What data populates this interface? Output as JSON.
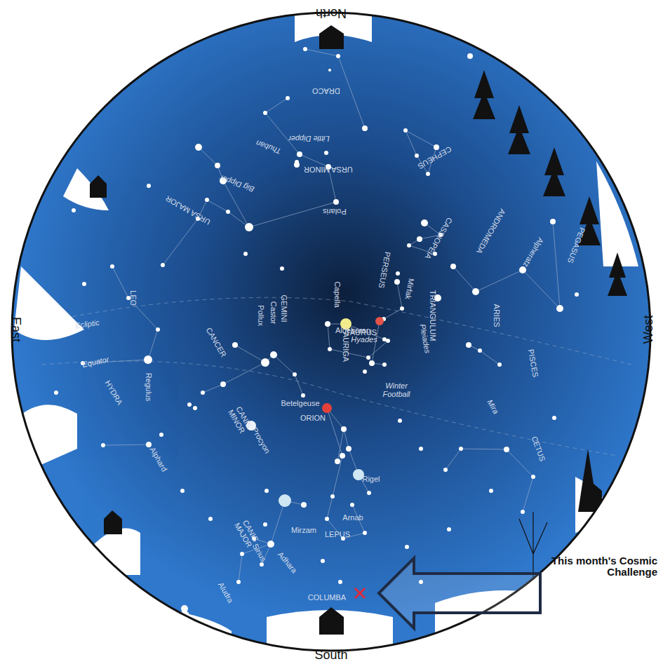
{
  "diagram": {
    "labels": [
      "North",
      "East",
      "West",
      "South",
      "DRACO",
      "Little Dipper",
      "URSA MINOR",
      "Thuban",
      "Big Dipper",
      "URSA MAJOR",
      "Polaris",
      "CEPHEUS",
      "CASSIOPEIA",
      "ANDROMEDA",
      "Alpheratz",
      "PEGASUS",
      "PERSEUS",
      "Mirfak",
      "Capella",
      "GEMINI",
      "Castor",
      "Pollux",
      "AURIGA",
      "TRIANGULUM",
      "ARIES",
      "LEO",
      "Ecliptic",
      "Equator",
      "Regulus",
      "CANCER",
      "TAURUS",
      "Pleiades",
      "Aldebaran",
      "Hyades",
      "Betelgeuse",
      "ORION",
      "Winter Football",
      "PISCES",
      "CANIS MINOR",
      "Procyon",
      "HYDRA",
      "Alphard",
      "Mira",
      "CETUS",
      "Rigel",
      "Arnab",
      "Mirzam",
      "CANIS MAJOR",
      "Sirius",
      "Adhara",
      "Aludra",
      "LEPUS",
      "COLUMBA",
      "This month's Cosmic Challenge"
    ]
  }
}
